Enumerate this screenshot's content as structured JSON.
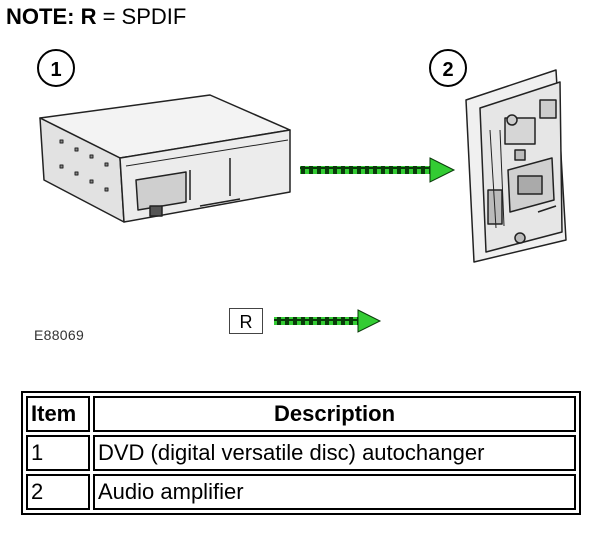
{
  "note": {
    "label": "NOTE:",
    "symbol": "R",
    "text": "= SPDIF"
  },
  "callouts": [
    "1",
    "2"
  ],
  "figure_id": "E88069",
  "legend": {
    "symbol": "R"
  },
  "arrow_color": "#33cc33",
  "table": {
    "headers": [
      "Item",
      "Description"
    ],
    "rows": [
      {
        "item": "1",
        "description": "DVD (digital versatile disc) autochanger"
      },
      {
        "item": "2",
        "description": "Audio amplifier"
      }
    ]
  }
}
